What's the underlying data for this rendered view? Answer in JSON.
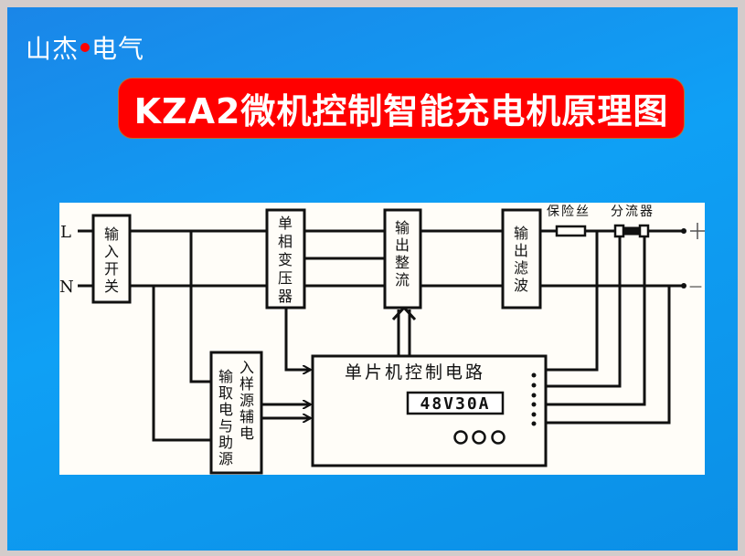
{
  "brand": {
    "part1": "山杰",
    "part2": "电气"
  },
  "title": "KZA2微机控制智能充电机原理图",
  "diagram": {
    "line_L": "L",
    "line_N": "N",
    "input_switch": [
      "输",
      "入",
      "开",
      "关"
    ],
    "transformer": [
      "单",
      "相",
      "变",
      "压",
      "器"
    ],
    "rectifier": [
      "输",
      "出",
      "整",
      "流"
    ],
    "filter": [
      "输",
      "出",
      "滤",
      "波"
    ],
    "aux_col1": [
      "输",
      "取",
      "电",
      "与",
      "助",
      "源"
    ],
    "aux_col2": [
      "入",
      "样",
      "源",
      "辅",
      "电"
    ],
    "mcu": "单片机控制电路",
    "display": "48V30A",
    "fuse": "保险丝",
    "shunt": "分流器",
    "plus": "+",
    "minus": "—"
  },
  "colors": {
    "title_bg": "#ff0000",
    "background": "#0fa0f5"
  }
}
